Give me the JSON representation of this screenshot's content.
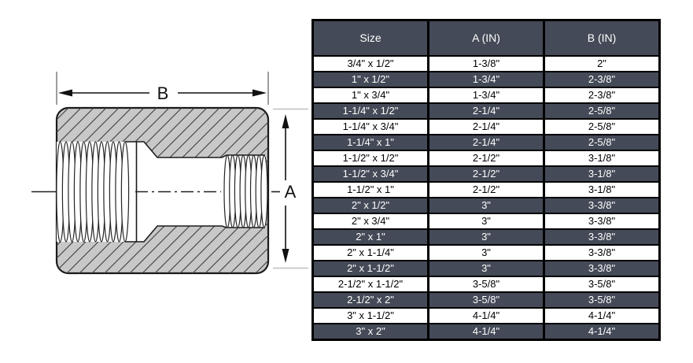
{
  "diagram": {
    "dimension_b_label": "B",
    "dimension_a_label": "A"
  },
  "table": {
    "headers": [
      "Size",
      "A (IN)",
      "B (IN)"
    ],
    "rows": [
      [
        "3/4\" x 1/2\"",
        "1-3/8\"",
        "2\""
      ],
      [
        "1\" x 1/2\"",
        "1-3/4\"",
        "2-3/8\""
      ],
      [
        "1\" x 3/4\"",
        "1-3/4\"",
        "2-3/8\""
      ],
      [
        "1-1/4\" x 1/2\"",
        "2-1/4\"",
        "2-5/8\""
      ],
      [
        "1-1/4\" x 3/4\"",
        "2-1/4\"",
        "2-5/8\""
      ],
      [
        "1-1/4\" x 1\"",
        "2-1/4\"",
        "2-5/8\""
      ],
      [
        "1-1/2\" x 1/2\"",
        "2-1/2\"",
        "3-1/8\""
      ],
      [
        "1-1/2\" x 3/4\"",
        "2-1/2\"",
        "3-1/8\""
      ],
      [
        "1-1/2\" x 1\"",
        "2-1/2\"",
        "3-1/8\""
      ],
      [
        "2\" x 1/2\"",
        "3\"",
        "3-3/8\""
      ],
      [
        "2\" x 3/4\"",
        "3\"",
        "3-3/8\""
      ],
      [
        "2\" x 1\"",
        "3\"",
        "3-3/8\""
      ],
      [
        "2\" x 1-1/4\"",
        "3\"",
        "3-3/8\""
      ],
      [
        "2\" x 1-1/2\"",
        "3\"",
        "3-3/8\""
      ],
      [
        "2-1/2\" x 1-1/2\"",
        "3-5/8\"",
        "3-5/8\""
      ],
      [
        "2-1/2\" x 2\"",
        "3-5/8\"",
        "3-5/8\""
      ],
      [
        "3\" x 1-1/2\"",
        "4-1/4\"",
        "4-1/4\""
      ],
      [
        "3\" x 2\"",
        "4-1/4\"",
        "4-1/4\""
      ]
    ]
  },
  "colors": {
    "table_header_bg": "#444a57",
    "table_row_dark_bg": "#444a57",
    "table_row_light_bg": "#ffffff",
    "table_border": "#000000",
    "table_text_light": "#ffffff",
    "table_text_dark": "#000000",
    "diagram_body_fill": "#c8c8c8"
  }
}
